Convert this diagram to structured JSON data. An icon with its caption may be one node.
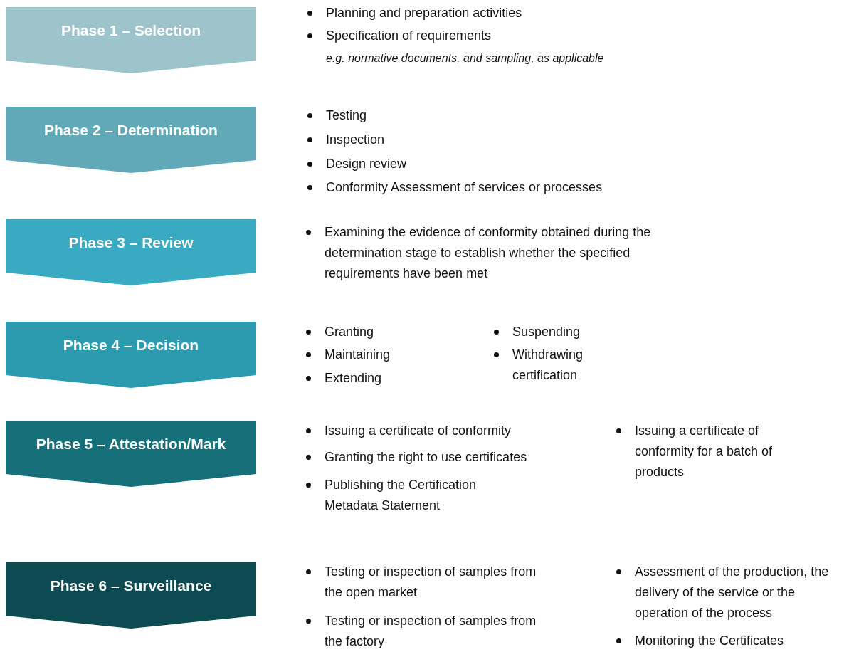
{
  "diagram": {
    "nodes": [
      {
        "text": [
          "Phase 1 – Selection"
        ]
      },
      {
        "text": [
          "Phase 2 – Determination"
        ]
      },
      {
        "text": [
          "Phase 3 – Review"
        ]
      },
      {
        "text": [
          "Phase 4 – Decision"
        ]
      },
      {
        "text": [
          "Phase 5 – Attestation/Mark"
        ]
      },
      {
        "text": [
          "Phase 6 – Surveillance"
        ]
      }
    ],
    "labels": [
      "Planning and preparation activities",
      "Specification of requirements",
      "e.g. normative documents, and sampling, as applicable",
      "Testing",
      "Inspection",
      "Design review",
      "Conformity Assessment of services or processes",
      "Examining the evidence of conformity obtained during the determination stage to establish whether the specified requirements have been met",
      "Granting",
      "Suspending",
      "Maintaining",
      "Withdrawing certification",
      "Extending",
      "Issuing a certificate of conformity",
      "Issuing a certificate of conformity for a batch of products",
      "Granting the right to use certificates",
      "Publishing the Certification Metadata Statement",
      "Testing or inspection of samples from the open market",
      "Assessment of the production, the delivery of the service or the operation of the process",
      "Testing or inspection of samples from the factory",
      "Monitoring the Certificates"
    ]
  }
}
